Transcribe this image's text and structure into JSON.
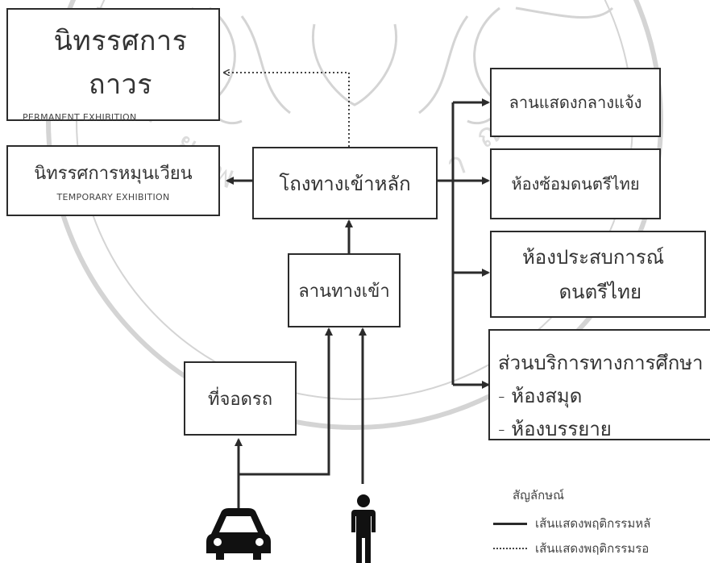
{
  "nodes": {
    "permanent": {
      "th": "นิทรรศการถาวร",
      "en": "PERMANENT EXHIBITION"
    },
    "temporary": {
      "th": "นิทรรศการหมุนเวียน",
      "en": "TEMPORARY EXHIBITION"
    },
    "main_hall": {
      "th": "โถงทางเข้าหลัก"
    },
    "entrance_court": {
      "th": "ลานทางเข้า"
    },
    "parking": {
      "th": "ที่จอดรถ"
    },
    "outdoor_stage": {
      "th": "ลานแสดงกลางแจ้ง"
    },
    "rehearsal_room": {
      "th": "ห้องซ้อมดนตรีไทย"
    },
    "experience_room": {
      "line1": "ห้องประสบการณ์",
      "line2": "ดนตรีไทย"
    },
    "education": {
      "title": "ส่วนบริการทางการศึกษา",
      "item1": "- ห้องสมุด",
      "item2": "- ห้องบรรยาย"
    }
  },
  "legend": {
    "title": "สัญลักษณ์",
    "solid_label": "เส้นแสดงพฤติกรรมหลั",
    "dotted_label": "เส้นแสดงพฤติกรรมรอ"
  },
  "icons": [
    "car-icon",
    "person-icon"
  ],
  "colors": {
    "line": "#2b2b2b",
    "watermark": "#d8d8d8",
    "background": "#ffffff"
  }
}
